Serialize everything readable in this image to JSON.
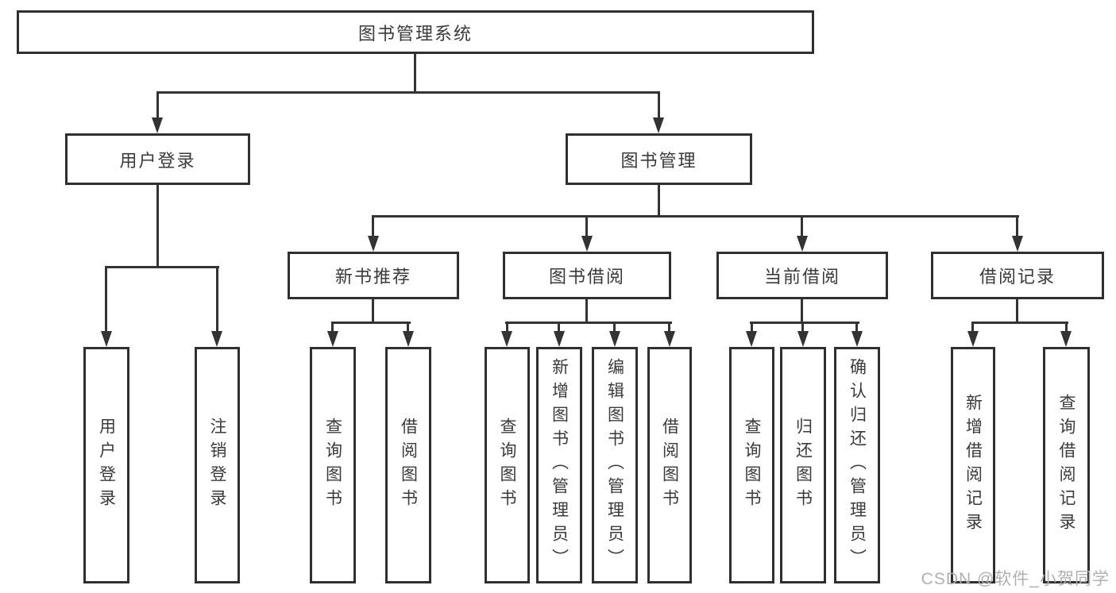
{
  "diagram_title": "图书管理系统",
  "tree": {
    "label": "图书管理系统",
    "children": [
      {
        "label": "用户登录",
        "children": [
          {
            "label": "用户登录"
          },
          {
            "label": "注销登录"
          }
        ]
      },
      {
        "label": "图书管理",
        "children": [
          {
            "label": "新书推荐",
            "children": [
              {
                "label": "查询图书"
              },
              {
                "label": "借阅图书"
              }
            ]
          },
          {
            "label": "图书借阅",
            "children": [
              {
                "label": "查询图书"
              },
              {
                "label": "新增图书（管理员）"
              },
              {
                "label": "编辑图书（管理员）"
              },
              {
                "label": "借阅图书"
              }
            ]
          },
          {
            "label": "当前借阅",
            "children": [
              {
                "label": "查询图书"
              },
              {
                "label": "归还图书"
              },
              {
                "label": "确认归还（管理员）"
              }
            ]
          },
          {
            "label": "借阅记录",
            "children": [
              {
                "label": "新增借阅记录"
              },
              {
                "label": "查询借阅记录"
              }
            ]
          }
        ]
      }
    ]
  },
  "watermark": "CSDN @软件_小贺同学",
  "colors": {
    "line": "#333333",
    "box_border": "#2f2f2f",
    "box_fill": "#ffffff",
    "text": "#3a3a3a",
    "watermark": "#b0b0b0",
    "background": "#ffffff"
  }
}
